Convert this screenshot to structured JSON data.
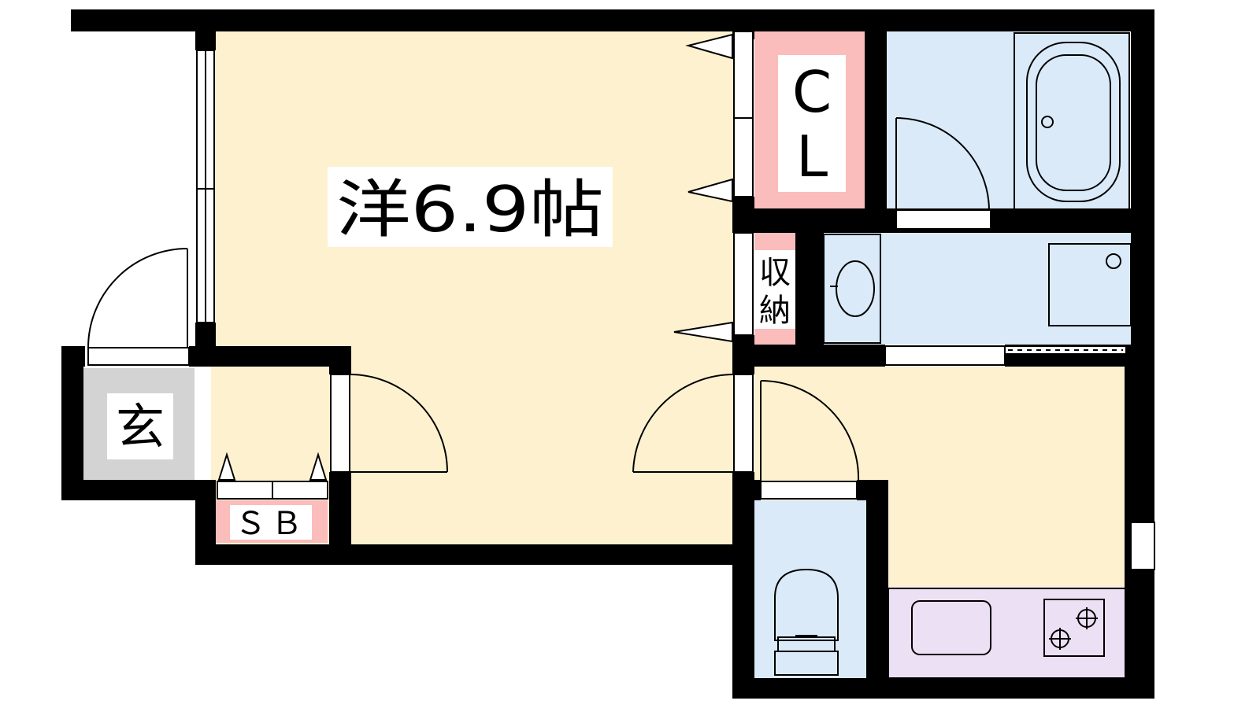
{
  "floor_plan": {
    "rooms": {
      "western_room": "洋6.9帖",
      "closet": "CL",
      "closet_c": "C",
      "closet_l": "L",
      "storage_1": "収",
      "storage_2": "納",
      "entrance": "玄",
      "shoe_box": "ＳＢ"
    },
    "colors": {
      "wall": "#000000",
      "living": "#fdf1d0",
      "storage": "#fbbcbc",
      "wet_area": "#dbeaf9",
      "kitchen": "#ece0f5",
      "entrance": "#d3d3d3"
    }
  }
}
